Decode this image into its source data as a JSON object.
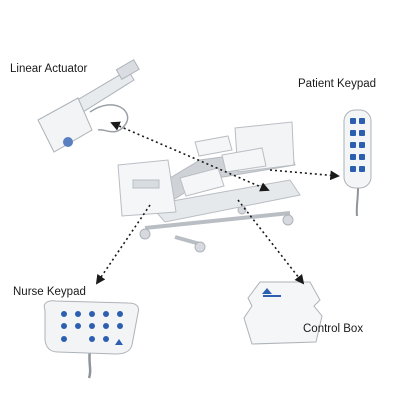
{
  "labels": {
    "linear_actuator": "Linear Actuator",
    "patient_keypad": "Patient Keypad",
    "nurse_keypad": "Nurse Keypad",
    "control_box": "Control Box"
  },
  "colors": {
    "connector_line": "#1a1a1a",
    "device_body": "#eef0f2",
    "device_outline": "#b9bec4",
    "keypad_button": "#2d5fb0",
    "brand_blue": "#2d5fb0"
  },
  "icons": {
    "actuator": "linear-actuator-device",
    "bed": "hospital-bed",
    "patient_keypad": "handheld-remote",
    "nurse_keypad": "wall-control-panel",
    "control_box": "electronic-control-unit"
  }
}
